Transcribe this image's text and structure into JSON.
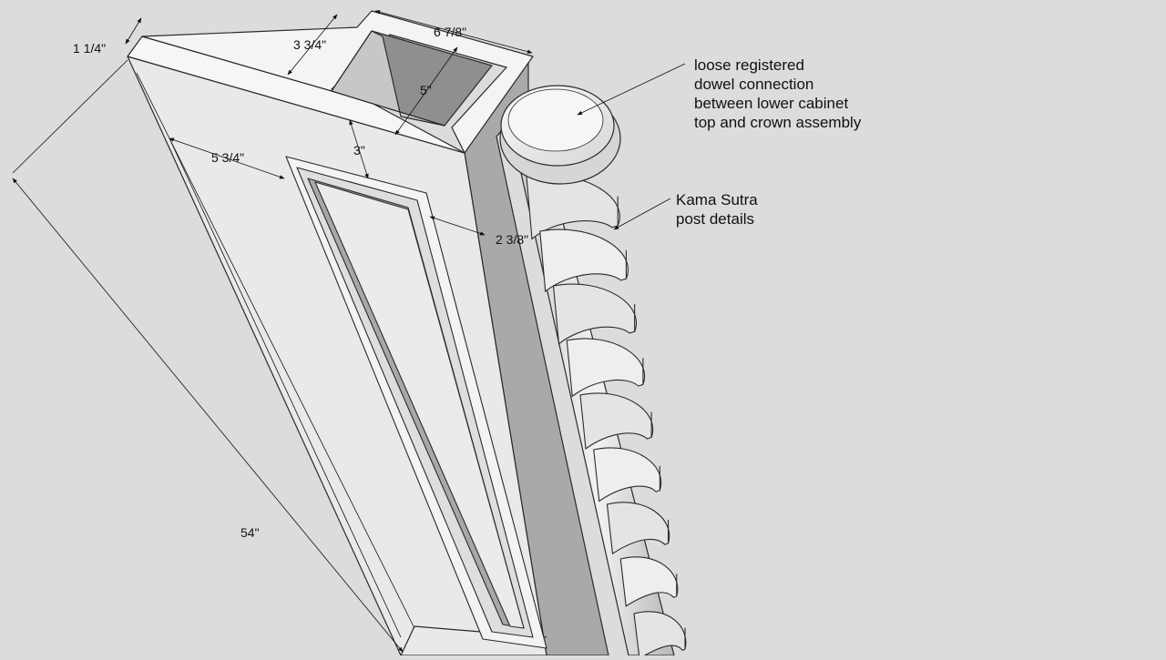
{
  "dimensions": {
    "thickness": "1 1/4\"",
    "stile_width": "3 3/4\"",
    "overall_depth": "6 7/8\"",
    "inner_depth": "5\"",
    "rail_width": "3\"",
    "panel_offset": "5 3/4\"",
    "side_margin": "2 3/8\"",
    "height": "54\""
  },
  "notes": {
    "dowel": [
      "loose registered",
      "dowel connection",
      "between lower cabinet",
      "top and crown assembly"
    ],
    "post": [
      "Kama Sutra",
      "post details"
    ]
  },
  "colors": {
    "background": "#dcdcdc",
    "face_light": "#f4f4f4",
    "face_mid": "#e8e8e8",
    "face_shadow": "#a9a9a9",
    "edge": "#2a2a2a"
  }
}
